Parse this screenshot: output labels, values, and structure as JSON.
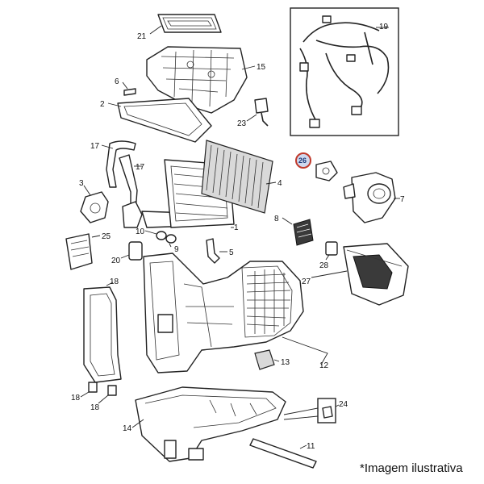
{
  "caption": "*Imagem ilustrativa",
  "highlight_color": "#c0392b",
  "highlighted_part": "26",
  "callouts": {
    "p1": "1",
    "p2": "2",
    "p3": "3",
    "p4": "4",
    "p5": "5",
    "p6": "6",
    "p7": "7",
    "p8": "8",
    "p9": "9",
    "p10": "10",
    "p11": "11",
    "p12": "12",
    "p13": "13",
    "p14": "14",
    "p15": "15",
    "p17a": "17",
    "p17b": "17",
    "p18a": "18",
    "p18b": "18",
    "p18c": "18",
    "p19": "19",
    "p20": "20",
    "p21": "21",
    "p23": "23",
    "p24": "24",
    "p25": "25",
    "p26": "26",
    "p27": "27",
    "p28": "28"
  }
}
